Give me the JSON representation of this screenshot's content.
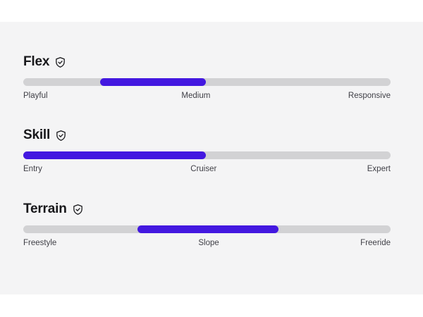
{
  "panel": {
    "background_color": "#f4f4f5"
  },
  "theme": {
    "accent_color": "#4318e0",
    "track_color": "#d2d2d4",
    "title_color": "#18181b",
    "label_color": "#3f3f46"
  },
  "sliders": [
    {
      "title": "Flex",
      "icon": "shield-check-icon",
      "fill_start_pct": 21,
      "fill_end_pct": 49.7,
      "mid_label_pct": 47,
      "min_label": "Playful",
      "mid_label": "Medium",
      "max_label": "Responsive"
    },
    {
      "title": "Skill",
      "icon": "shield-check-icon",
      "fill_start_pct": 0,
      "fill_end_pct": 49.7,
      "mid_label_pct": 49.1,
      "min_label": "Entry",
      "mid_label": "Cruiser",
      "max_label": "Expert"
    },
    {
      "title": "Terrain",
      "icon": "shield-check-icon",
      "fill_start_pct": 31.1,
      "fill_end_pct": 69.5,
      "mid_label_pct": 50.5,
      "min_label": "Freestyle",
      "mid_label": "Slope",
      "max_label": "Freeride"
    }
  ]
}
